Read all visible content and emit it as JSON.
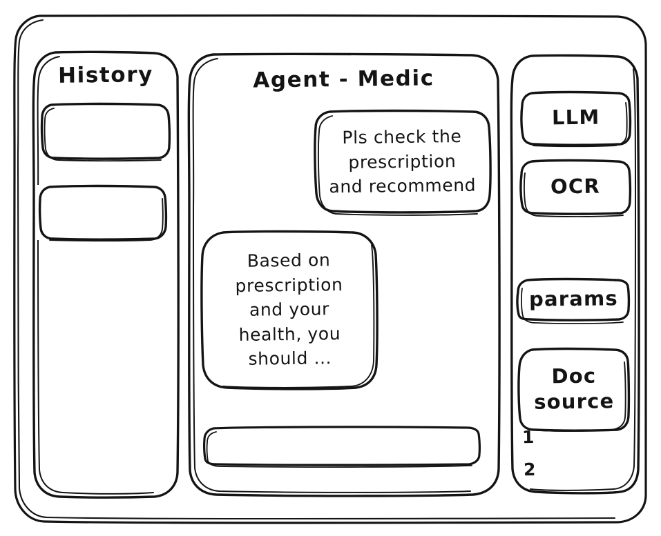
{
  "window": {
    "style": "hand-drawn-wireframe",
    "ink_color": "#141414",
    "paper_color": "#ffffff"
  },
  "sidebar_left": {
    "title": "History",
    "items": [
      {
        "label": ""
      },
      {
        "label": ""
      }
    ]
  },
  "main": {
    "title": "Agent - Medic",
    "messages": [
      {
        "role": "user",
        "align": "right",
        "text": "Pls check the\nprescription\nand recommend"
      },
      {
        "role": "assistant",
        "align": "left",
        "text": "Based on\nprescription\nand your\nhealth, you\nshould ..."
      }
    ],
    "composer": {
      "value": "",
      "placeholder": ""
    }
  },
  "sidebar_right": {
    "tools": [
      {
        "label": "LLM"
      },
      {
        "label": "OCR"
      },
      {
        "label": "params"
      },
      {
        "label": "Doc\nsource"
      }
    ],
    "doc_sources": [
      {
        "label": "1"
      },
      {
        "label": "2"
      }
    ]
  }
}
